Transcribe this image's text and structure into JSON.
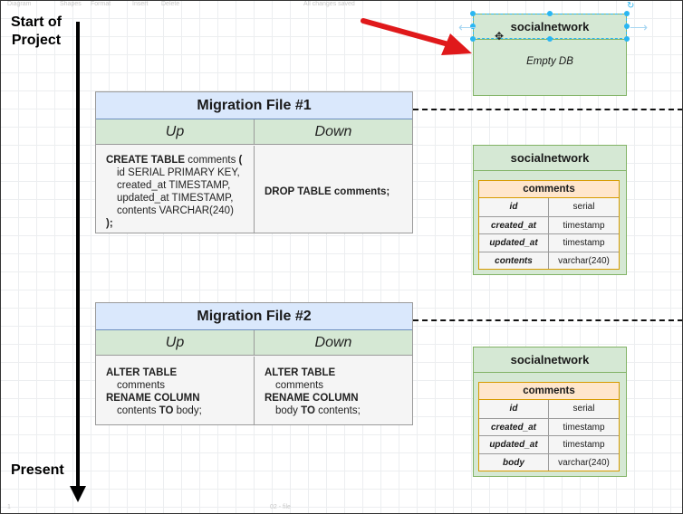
{
  "toolbar_faint": [
    "Diagram",
    "Shapes",
    "Format",
    "Insert",
    "Delete",
    "All changes saved"
  ],
  "status_faint": [
    "1",
    "02 - file"
  ],
  "timeline": {
    "start_label": "Start of Project",
    "end_label": "Present"
  },
  "migrations": [
    {
      "title": "Migration File #1",
      "up_label": "Up",
      "down_label": "Down",
      "up_lines": [
        [
          {
            "t": "CREATE TABLE",
            "b": true
          },
          {
            "t": " comments "
          },
          {
            "t": "(",
            "b": true
          }
        ],
        [
          {
            "t": "id SERIAL PRIMARY KEY,"
          }
        ],
        [
          {
            "t": "created_at TIMESTAMP,"
          }
        ],
        [
          {
            "t": "updated_at TIMESTAMP,"
          }
        ],
        [
          {
            "t": "contents VARCHAR(240)"
          }
        ],
        [
          {
            "t": ");",
            "b": true
          }
        ]
      ],
      "down_lines": [
        [
          {
            "t": "DROP TABLE",
            "b": true
          },
          {
            "t": " comments;",
            "b": true
          }
        ]
      ]
    },
    {
      "title": "Migration File #2",
      "up_label": "Up",
      "down_label": "Down",
      "up_lines": [
        [
          {
            "t": "ALTER TABLE",
            "b": true
          }
        ],
        [
          {
            "t": "comments"
          }
        ],
        [
          {
            "t": "RENAME COLUMN",
            "b": true
          }
        ],
        [
          {
            "t": "contents "
          },
          {
            "t": "TO",
            "b": true
          },
          {
            "t": " body;"
          }
        ]
      ],
      "down_lines": [
        [
          {
            "t": "ALTER TABLE",
            "b": true
          }
        ],
        [
          {
            "t": "comments"
          }
        ],
        [
          {
            "t": "RENAME COLUMN",
            "b": true
          }
        ],
        [
          {
            "t": "body "
          },
          {
            "t": "TO",
            "b": true
          },
          {
            "t": " contents;"
          }
        ]
      ]
    }
  ],
  "databases": [
    {
      "title": "socialnetwork",
      "empty_text": "Empty DB"
    },
    {
      "title": "socialnetwork",
      "table_name": "comments",
      "columns": [
        {
          "name": "id",
          "type": "serial"
        },
        {
          "name": "created_at",
          "type": "timestamp"
        },
        {
          "name": "updated_at",
          "type": "timestamp"
        },
        {
          "name": "contents",
          "type": "varchar(240)"
        }
      ]
    },
    {
      "title": "socialnetwork",
      "table_name": "comments",
      "columns": [
        {
          "name": "id",
          "type": "serial"
        },
        {
          "name": "created_at",
          "type": "timestamp"
        },
        {
          "name": "updated_at",
          "type": "timestamp"
        },
        {
          "name": "body",
          "type": "varchar(240)"
        }
      ]
    }
  ],
  "colors": {
    "migration_title_fill": "#dae8fc",
    "migration_header_fill": "#d5e8d4",
    "db_fill": "#d5e8d4",
    "table_header_fill": "#ffe6cc",
    "pointer_arrow": "#e0191b",
    "selection": "#29b6f2"
  },
  "icons": [
    "move-cursor-icon",
    "rotate-icon",
    "pointer-arrow-icon"
  ]
}
